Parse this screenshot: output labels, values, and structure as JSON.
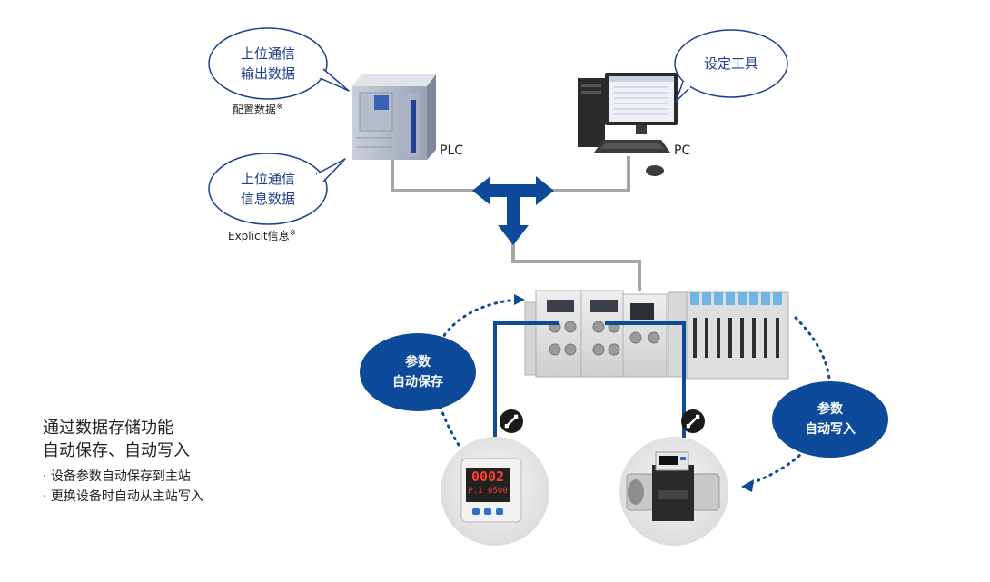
{
  "plc": {
    "label": "PLC",
    "bubble_top": [
      "上位通信",
      "输出数据"
    ],
    "caption_top": "配置数据",
    "bubble_bottom": [
      "上位通信",
      "信息数据"
    ],
    "caption_bottom": "Explicit信息",
    "note_mark": "※"
  },
  "pc": {
    "label": "PC",
    "bubble": "设定工具"
  },
  "backup": {
    "left_bubble": [
      "参数",
      "自动保存"
    ],
    "right_bubble": [
      "参数",
      "自动写入"
    ]
  },
  "devices": {
    "pressure_display_top": "0002",
    "pressure_display_bottom": "P.1 0500"
  },
  "description": {
    "headline": [
      "通过数据存储功能",
      "自动保存、自动写入"
    ],
    "bullets": [
      "· 设备参数自动保存到主站",
      "· 更换设备时自动从主站写入"
    ]
  },
  "colors": {
    "accent": "#0d4a99",
    "line_gray": "#a6a6a6",
    "bubble_border": "#1e3f8f"
  }
}
